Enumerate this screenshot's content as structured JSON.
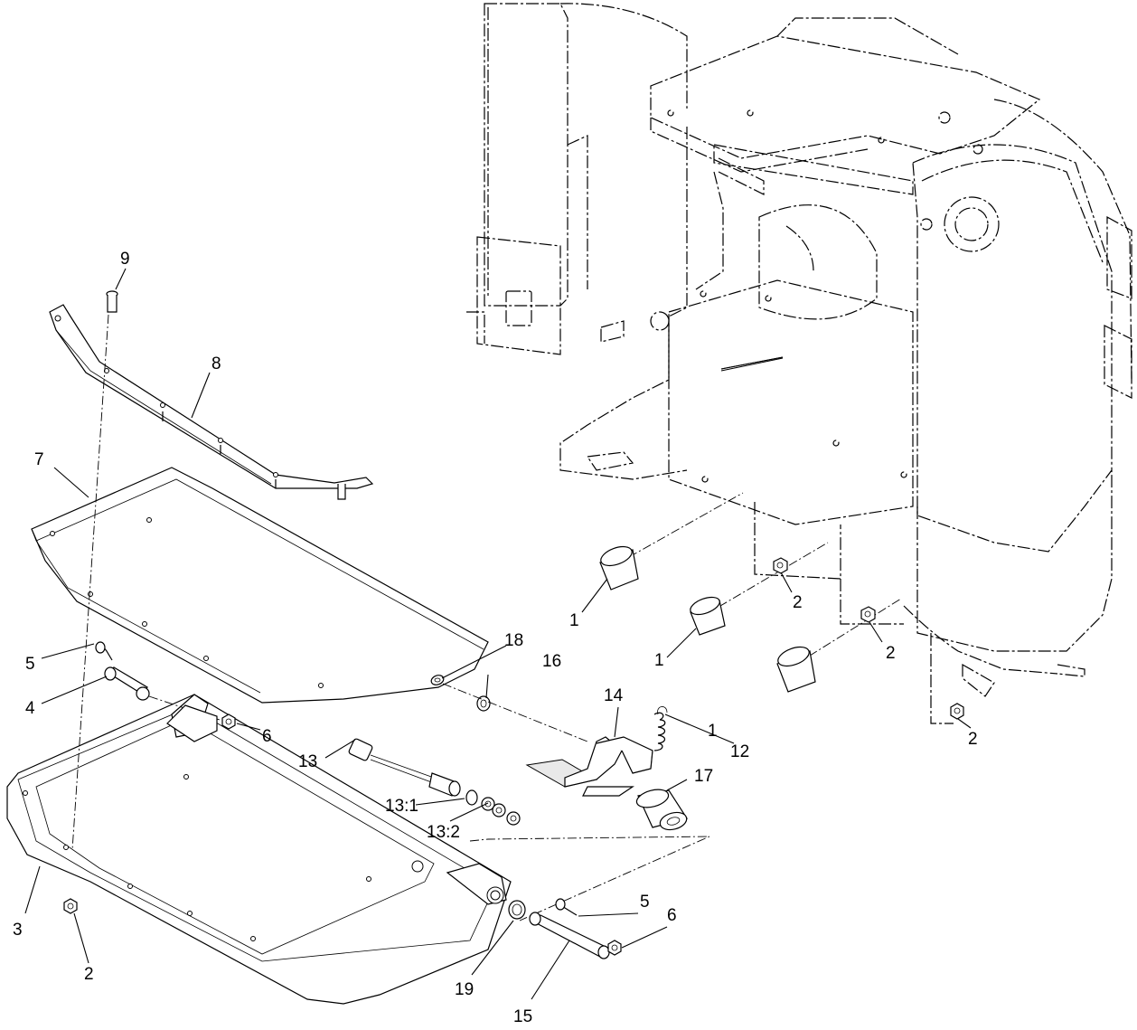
{
  "callouts": {
    "c1a": "1",
    "c1b": "1",
    "c1c": "1",
    "c2a": "2",
    "c2b": "2",
    "c2c": "2",
    "c2d": "2",
    "c3": "3",
    "c4": "4",
    "c5a": "5",
    "c5b": "5",
    "c6a": "6",
    "c6b": "6",
    "c7": "7",
    "c8": "8",
    "c9": "9",
    "c12": "12",
    "c13": "13",
    "c13_1": "13:1",
    "c13_2": "13:2",
    "c14": "14",
    "c15": "15",
    "c16": "16",
    "c17": "17",
    "c18": "18",
    "c19": "19"
  }
}
